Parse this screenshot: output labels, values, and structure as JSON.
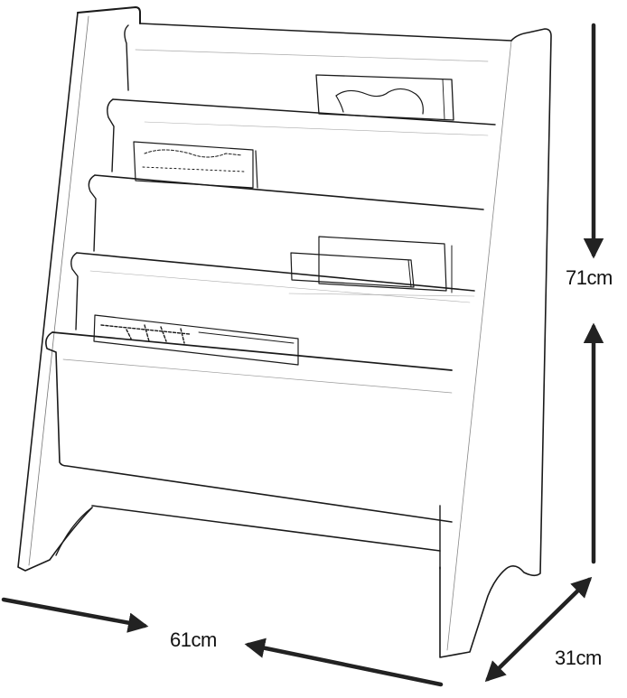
{
  "diagram": {
    "subject": "Children's sling bookshelf (4-tier book display rack)",
    "style": "black line-art sketch on white background",
    "colors": {
      "line": "#1a1a1a",
      "background": "#ffffff",
      "arrow": "#222222"
    }
  },
  "dimensions": {
    "height": {
      "label": "71cm",
      "orientation": "vertical",
      "arrow": "double-headed, split around label"
    },
    "width": {
      "label": "61cm",
      "orientation": "horizontal (perspective)",
      "arrow": "double-headed, split around label"
    },
    "depth": {
      "label": "31cm",
      "orientation": "diagonal",
      "arrow": "double-headed"
    }
  },
  "shelves": {
    "count": 4
  },
  "books_shown": {
    "count": 4
  }
}
